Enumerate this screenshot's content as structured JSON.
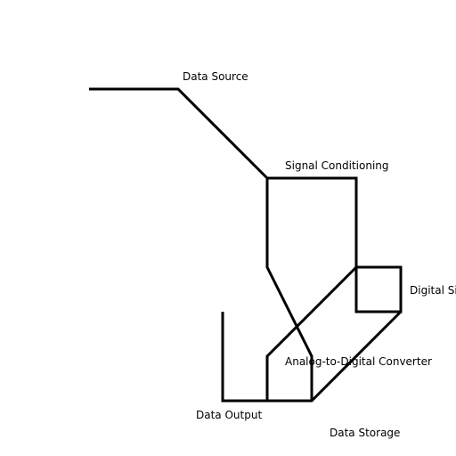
{
  "diagram": {
    "line_color": "#000000",
    "text_color": "#000000",
    "background": "#ffffff",
    "labels": {
      "data_source": "Data Source",
      "signal_conditioning": "Signal Conditioning",
      "digital_signal_processing": "Digital Signal Processing",
      "analog_to_digital_converter": "Analog-to-Digital Converter",
      "data_output": "Data Output",
      "data_storage": "Data Storage"
    }
  }
}
